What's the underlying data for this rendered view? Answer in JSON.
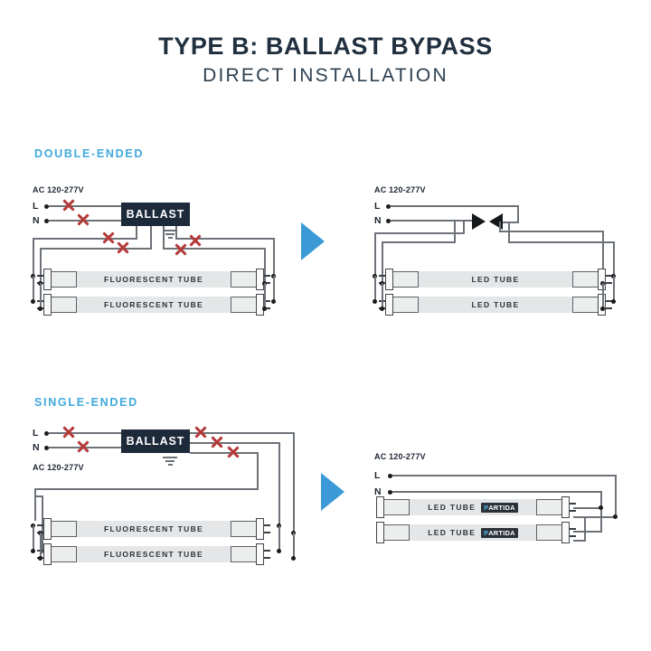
{
  "header": {
    "title": "TYPE B: BALLAST BYPASS",
    "subtitle": "DIRECT INSTALLATION"
  },
  "colors": {
    "accent_blue": "#3b9ad6",
    "heading_blue": "#3fa9dd",
    "ballast_navy": "#1d2a3a",
    "x_red": "#b43a3a",
    "wire_gray": "#6d7278",
    "title_dark": "#21303f",
    "background": "#ffffff"
  },
  "sections": [
    {
      "id": "double-ended",
      "heading": "DOUBLE-ENDED",
      "before": {
        "voltage_label": "AC 120-277V",
        "line_label": "L",
        "neutral_label": "N",
        "ballast_label": "BALLAST",
        "ground_icon": "ground-symbol",
        "tubes": [
          {
            "label": "FLUORESCENT TUBE"
          },
          {
            "label": "FLUORESCENT TUBE"
          }
        ],
        "x_mark_count": 6
      },
      "arrow_icon": "blue-triangle-right-icon",
      "after": {
        "voltage_label": "AC 120-277V",
        "line_label": "L",
        "neutral_label": "N",
        "connector_icons": [
          "wire-connector-right-icon",
          "wire-connector-left-icon"
        ],
        "tubes": [
          {
            "label": "LED TUBE",
            "brand": null
          },
          {
            "label": "LED TUBE",
            "brand": null
          }
        ]
      }
    },
    {
      "id": "single-ended",
      "heading": "SINGLE-ENDED",
      "before": {
        "voltage_label": "AC 120-277V",
        "line_label": "L",
        "neutral_label": "N",
        "ballast_label": "BALLAST",
        "ground_icon": "ground-symbol",
        "tubes": [
          {
            "label": "FLUORESCENT TUBE"
          },
          {
            "label": "FLUORESCENT TUBE"
          }
        ],
        "x_mark_count": 5
      },
      "arrow_icon": "blue-triangle-right-icon",
      "after": {
        "voltage_label": "AC 120-277V",
        "line_label": "L",
        "neutral_label": "N",
        "tubes": [
          {
            "label": "LED TUBE",
            "brand_p": "P",
            "brand_rest": "ARTIDA"
          },
          {
            "label": "LED TUBE",
            "brand_p": "P",
            "brand_rest": "ARTIDA"
          }
        ]
      }
    }
  ]
}
